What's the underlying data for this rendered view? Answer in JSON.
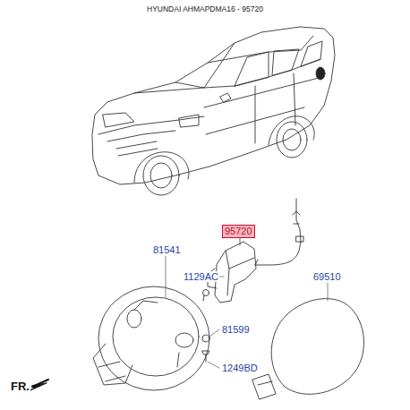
{
  "diagram": {
    "title": "HYUNDAI AHMAPDMA16 - 95720",
    "nodes": [
      {
        "text": [
          "95720"
        ]
      }
    ],
    "labels": [
      "81541",
      "1129AC",
      "81599",
      "1249BD",
      "69510",
      "FR."
    ]
  }
}
